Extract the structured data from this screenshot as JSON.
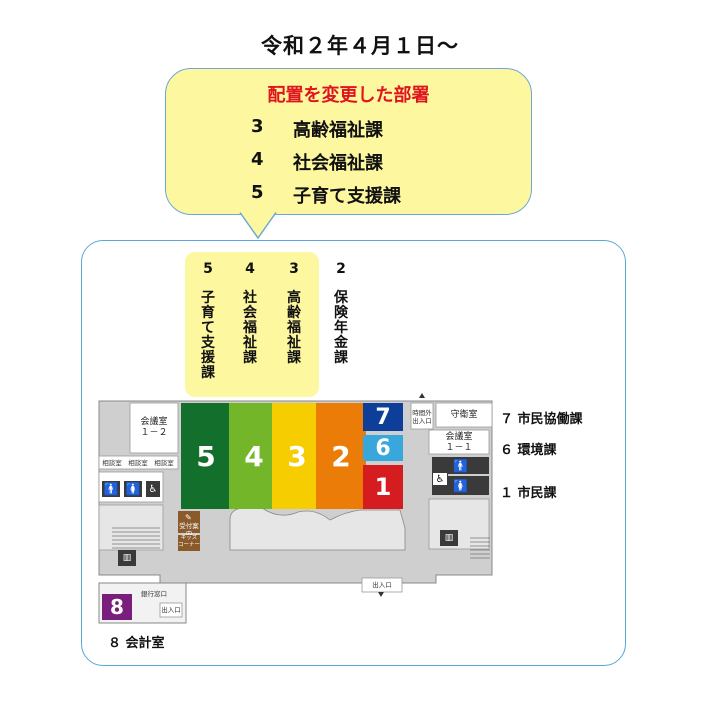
{
  "header": {
    "date_label": "令和２年４月１日～"
  },
  "callout": {
    "title": "配置を変更した部署",
    "items": [
      {
        "num": "3",
        "name": "高齢福祉課"
      },
      {
        "num": "4",
        "name": "社会福祉課"
      },
      {
        "num": "5",
        "name": "子育て支援課"
      }
    ]
  },
  "columns": [
    {
      "num": "5",
      "chars": "子育て支援課"
    },
    {
      "num": "4",
      "chars": "社会福祉課"
    },
    {
      "num": "3",
      "chars": "高齢福祉課"
    },
    {
      "num": "2",
      "chars": "保険年金課"
    }
  ],
  "depts": {
    "d5": {
      "num": "5",
      "color": "#13702c"
    },
    "d4": {
      "num": "4",
      "color": "#74b62a"
    },
    "d3": {
      "num": "3",
      "color": "#f6cd00"
    },
    "d2": {
      "num": "2",
      "color": "#ea7c07"
    },
    "d7": {
      "num": "7",
      "color": "#0c3e9a"
    },
    "d6": {
      "num": "6",
      "color": "#3aa7dc"
    },
    "d1": {
      "num": "1",
      "color": "#d51c1f"
    },
    "d8": {
      "num": "8",
      "color": "#7a1e7d"
    }
  },
  "rooms": {
    "meeting_12": {
      "name": "会議室",
      "num": "１－２"
    },
    "meeting_11": {
      "name": "会議室",
      "num": "１－１"
    },
    "consult_1": "相談室",
    "consult_2": "相談室",
    "consult_3": "相談室",
    "guard": "守衛室",
    "night_exit": "時間外\n出入口",
    "exit_bottom": "出入口",
    "exit_left": "出入口",
    "bank_window": "銀行窓口",
    "info": "受付案内",
    "kids_corner": "キッズ\nコーナー"
  },
  "side_labels": {
    "l7": "７ 市民協働課",
    "l6": "６ 環境課",
    "l1": "１ 市民課",
    "l8": "８ 会計室"
  }
}
